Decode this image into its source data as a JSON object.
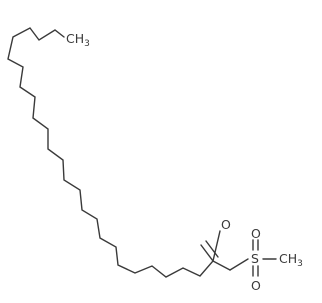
{
  "molecule": {
    "atoms": {
      "oxygen_ketone": "O",
      "sulfur": "S",
      "oxygen_sulfonyl_upper": "O",
      "oxygen_sulfonyl_lower": "O",
      "methyl_s": "CH",
      "methyl_s_sub": "3",
      "methyl_terminal": "CH",
      "methyl_terminal_sub": "3"
    },
    "colors": {
      "bond": "#3a3a3a",
      "background": "#ffffff"
    }
  }
}
